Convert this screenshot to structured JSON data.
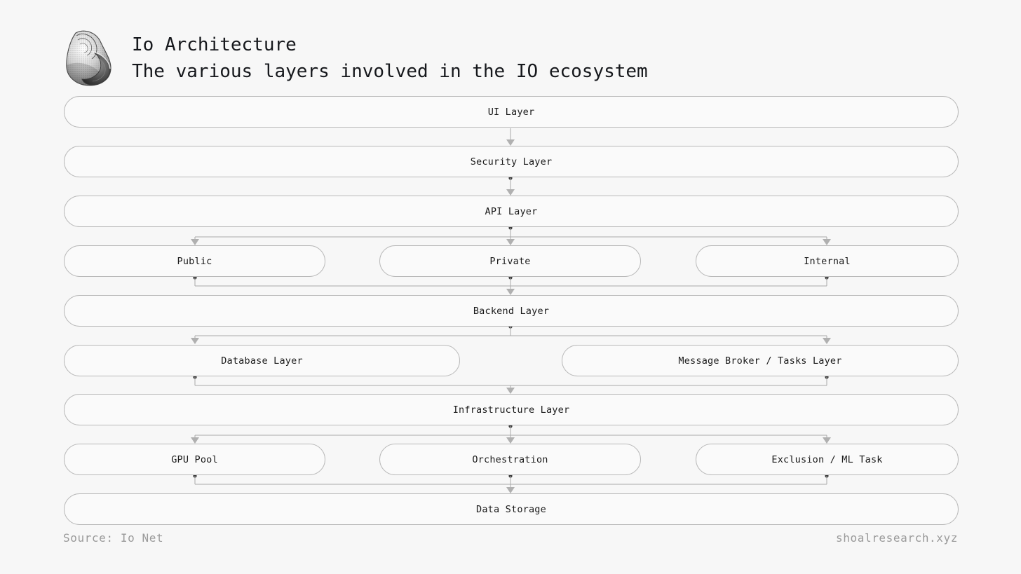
{
  "theme": {
    "background": "#f7f7f7",
    "node_fill": "#fafafa",
    "node_border": "#b9b9b9",
    "wire": "#a8a8a8",
    "arrow_head": "#b0b0b0",
    "dot": "#3a3a3a",
    "title_color": "#16181c",
    "footer_color": "#9a9a9a"
  },
  "header": {
    "logo_icon": "snail-shell-icon",
    "title": "Io Architecture",
    "subtitle": "The various layers involved in the IO ecosystem"
  },
  "diagram": {
    "type": "layered-flow",
    "rows": [
      {
        "id": "ui",
        "kind": "full",
        "nodes": [
          {
            "label": "UI Layer"
          }
        ]
      },
      {
        "id": "security",
        "kind": "full",
        "nodes": [
          {
            "label": "Security Layer"
          }
        ]
      },
      {
        "id": "api",
        "kind": "full",
        "nodes": [
          {
            "label": "API Layer"
          }
        ]
      },
      {
        "id": "api-kinds",
        "kind": "triple",
        "nodes": [
          {
            "label": "Public"
          },
          {
            "label": "Private"
          },
          {
            "label": "Internal"
          }
        ]
      },
      {
        "id": "backend",
        "kind": "full",
        "nodes": [
          {
            "label": "Backend Layer"
          }
        ]
      },
      {
        "id": "data-services",
        "kind": "double",
        "nodes": [
          {
            "label": "Database Layer"
          },
          {
            "label": "Message Broker / Tasks Layer"
          }
        ]
      },
      {
        "id": "infrastructure",
        "kind": "full",
        "nodes": [
          {
            "label": "Infrastructure Layer"
          }
        ]
      },
      {
        "id": "compute",
        "kind": "triple",
        "nodes": [
          {
            "label": "GPU Pool"
          },
          {
            "label": "Orchestration"
          },
          {
            "label": "Exclusion / ML Task"
          }
        ]
      },
      {
        "id": "storage",
        "kind": "full",
        "nodes": [
          {
            "label": "Data Storage"
          }
        ]
      }
    ]
  },
  "footer": {
    "source": "Source: Io Net",
    "brand": "shoalresearch.xyz"
  }
}
